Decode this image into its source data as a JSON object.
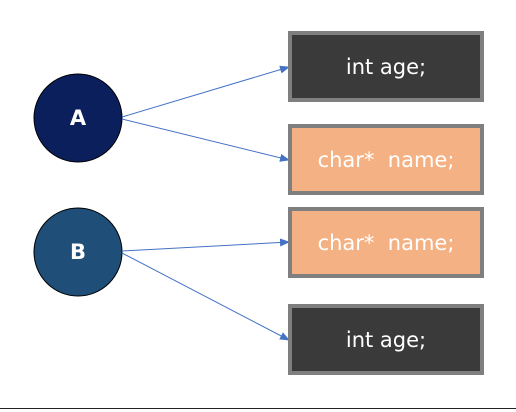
{
  "nodes": {
    "a": {
      "label": "A",
      "color": "#0b1f5c"
    },
    "b": {
      "label": "B",
      "color": "#1f4e79"
    }
  },
  "boxes": [
    {
      "text": "int age;",
      "fill": "#3a3a3a"
    },
    {
      "text": "char*  name;",
      "fill": "#f4b183"
    },
    {
      "text": "char*  name;",
      "fill": "#f4b183"
    },
    {
      "text": "int age;",
      "fill": "#3a3a3a"
    }
  ],
  "arrow_color": "#4472c4"
}
